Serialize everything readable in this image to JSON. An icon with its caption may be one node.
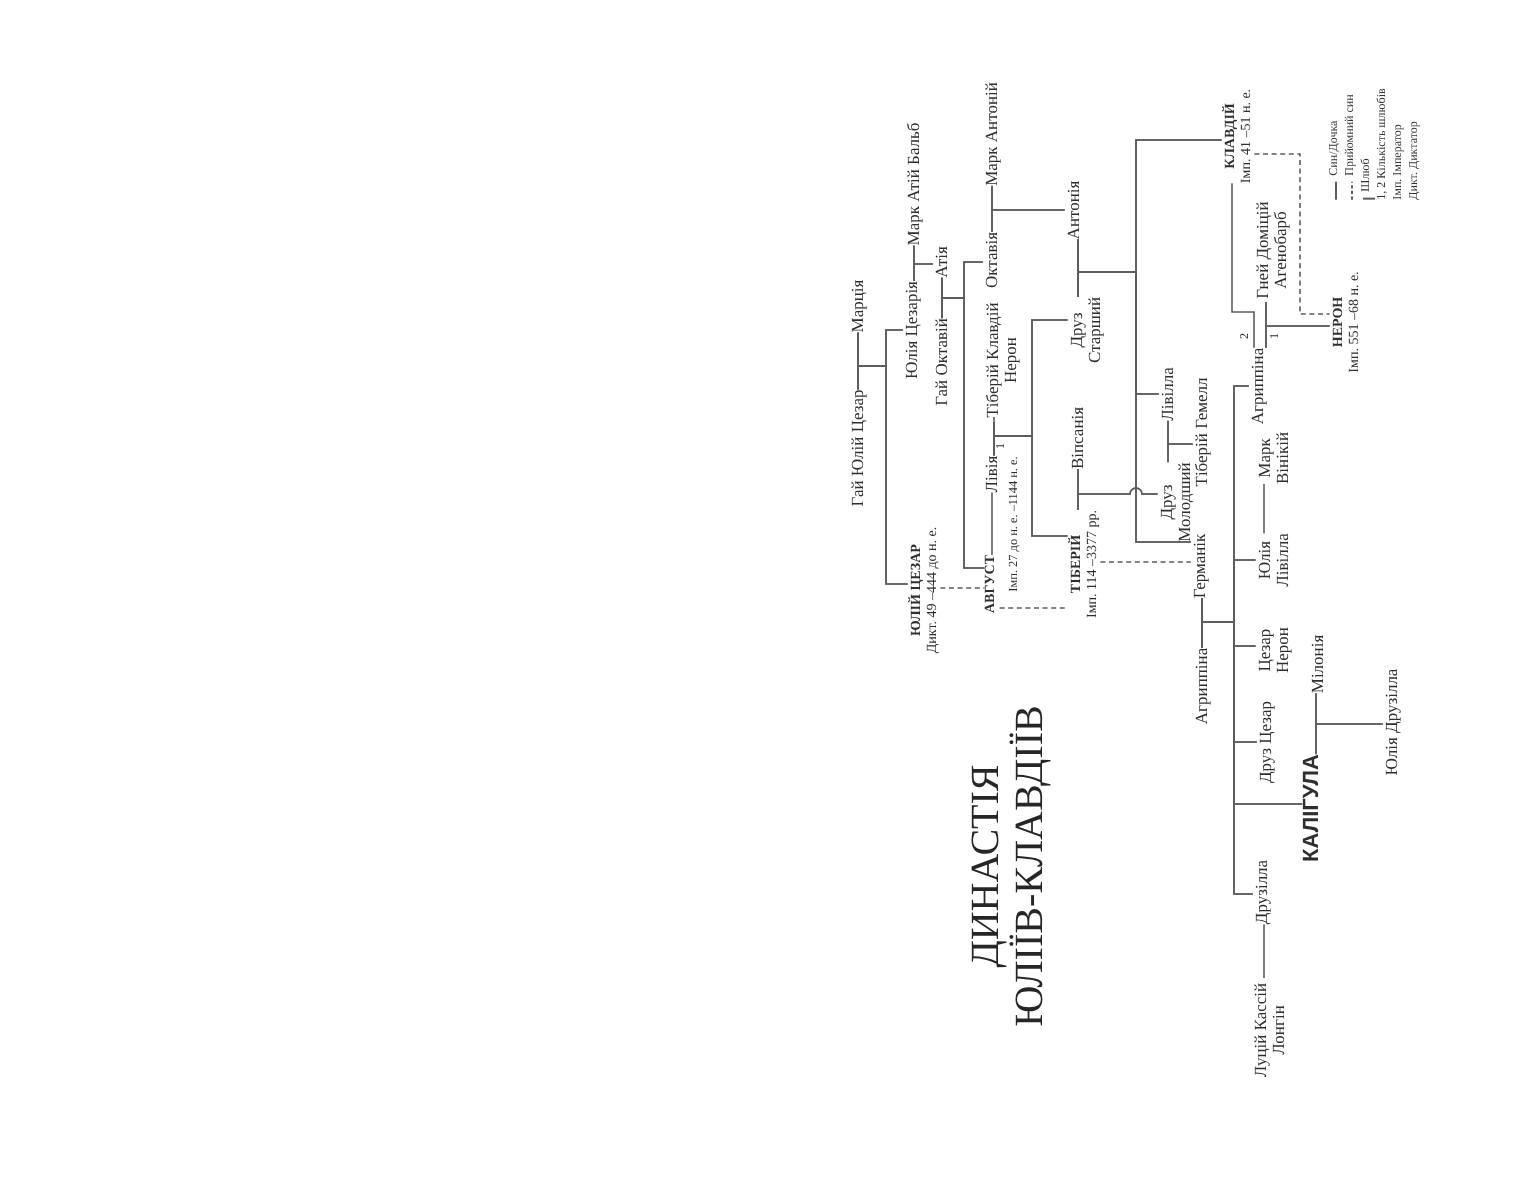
{
  "diagram": {
    "title": "ДИНАСТІЯ ЮЛІЇВ-КЛАВДІЇВ",
    "nodes": [
      {
        "text": [
          "Гай Юлій Цезар"
        ]
      },
      {
        "text": [
          "Марція"
        ]
      },
      {
        "text": [
          "ЮЛІЙ ЦЕЗАР",
          "Дикт. 49 –444 до н. е."
        ]
      },
      {
        "text": [
          "Юлія Цезарія"
        ]
      },
      {
        "text": [
          "Марк Атій Бальб"
        ]
      },
      {
        "text": [
          "Атія"
        ]
      },
      {
        "text": [
          "Гай Октавій"
        ]
      },
      {
        "text": [
          "АВГУСТ"
        ],
        "beside": [
          "Імп. 27 до н. е. –1144 н. е."
        ]
      },
      {
        "text": [
          "Октавія"
        ]
      },
      {
        "text": [
          "Марк Антоній"
        ]
      },
      {
        "text": [
          "Лівія"
        ]
      },
      {
        "text": [
          "Тіберій Клавдій Нерон"
        ]
      },
      {
        "text": [
          "ТІБЕРІЙ",
          "Імп. 114 –3377 рр."
        ]
      },
      {
        "text": [
          "Віпсанія"
        ]
      },
      {
        "text": [
          "Друз Старший"
        ]
      },
      {
        "text": [
          "Антонія"
        ]
      },
      {
        "text": [
          "Друз Молодший"
        ]
      },
      {
        "text": [
          "Лівілла"
        ]
      },
      {
        "text": [
          "Тіберій Гемелл"
        ]
      },
      {
        "text": [
          "Германік"
        ]
      },
      {
        "text": [
          "Агриппіна"
        ]
      },
      {
        "text": [
          "КЛАВДІЙ",
          "Імп. 41 –51 н. е."
        ]
      },
      {
        "text": [
          "Агриппіна"
        ]
      },
      {
        "text": [
          "Гней Доміцій Агенобарб"
        ]
      },
      {
        "text": [
          "НЕРОН",
          "Імп. 551 –68 н. е."
        ]
      },
      {
        "text": [
          "Марк Вінікій"
        ]
      },
      {
        "text": [
          "Юлія Лівілла"
        ]
      },
      {
        "text": [
          "Цезар Нерон"
        ]
      },
      {
        "text": [
          "Друз Цезар"
        ]
      },
      {
        "text": [
          "КАЛІГУЛА"
        ]
      },
      {
        "text": [
          "Мілонія"
        ]
      },
      {
        "text": [
          "Юлія Друзілла"
        ]
      },
      {
        "text": [
          "Друзілла"
        ]
      },
      {
        "text": [
          "Луцій Кассій Лонгін"
        ]
      }
    ],
    "edges": [
      {
        "from": 0,
        "to": 1,
        "arrow": "none"
      },
      {
        "from": 3,
        "to": 4,
        "arrow": "none"
      },
      {
        "from": 6,
        "to": 5,
        "arrow": "none"
      },
      {
        "from": 8,
        "to": 9,
        "arrow": "none"
      },
      {
        "from": 7,
        "to": 10,
        "arrow": "none"
      },
      {
        "from": 10,
        "to": 11,
        "arrow": "none",
        "label": "1"
      },
      {
        "from": 12,
        "to": 13,
        "arrow": "none"
      },
      {
        "from": 15,
        "to": 14,
        "arrow": "none"
      },
      {
        "from": 16,
        "to": 17,
        "arrow": "none"
      },
      {
        "from": 19,
        "to": 20,
        "arrow": "none"
      },
      {
        "from": 22,
        "to": 23,
        "arrow": "none",
        "label": "1"
      },
      {
        "from": 22,
        "to": 21,
        "arrow": "none",
        "label": "2"
      },
      {
        "from": 26,
        "to": 25,
        "arrow": "none"
      },
      {
        "from": 29,
        "to": 30,
        "arrow": "none"
      },
      {
        "from": 32,
        "to": 33,
        "arrow": "none"
      },
      {
        "from": 2,
        "to": 7,
        "arrow": "none",
        "style": "dashed"
      },
      {
        "from": 7,
        "to": 12,
        "arrow": "none",
        "style": "dashed"
      },
      {
        "from": 12,
        "to": 19,
        "arrow": "none",
        "style": "dashed"
      },
      {
        "from": 21,
        "to": 24,
        "arrow": "none",
        "style": "dashed"
      },
      {
        "from": 0,
        "to": 3,
        "arrow": "none"
      },
      {
        "from": 1,
        "to": 3,
        "arrow": "none"
      },
      {
        "from": 0,
        "to": 2,
        "arrow": "none"
      },
      {
        "from": 1,
        "to": 2,
        "arrow": "none"
      },
      {
        "from": 3,
        "to": 5,
        "arrow": "none"
      },
      {
        "from": 4,
        "to": 5,
        "arrow": "none"
      },
      {
        "from": 6,
        "to": 8,
        "arrow": "none"
      },
      {
        "from": 5,
        "to": 8,
        "arrow": "none"
      },
      {
        "from": 6,
        "to": 7,
        "arrow": "none"
      },
      {
        "from": 5,
        "to": 7,
        "arrow": "none"
      },
      {
        "from": 8,
        "to": 15,
        "arrow": "none"
      },
      {
        "from": 9,
        "to": 15,
        "arrow": "none"
      },
      {
        "from": 11,
        "to": 14,
        "arrow": "none"
      },
      {
        "from": 10,
        "to": 14,
        "arrow": "none"
      },
      {
        "from": 11,
        "to": 12,
        "arrow": "none"
      },
      {
        "from": 10,
        "to": 12,
        "arrow": "none"
      },
      {
        "from": 15,
        "to": 21,
        "arrow": "none"
      },
      {
        "from": 14,
        "to": 21,
        "arrow": "none"
      },
      {
        "from": 15,
        "to": 17,
        "arrow": "none"
      },
      {
        "from": 14,
        "to": 17,
        "arrow": "none"
      },
      {
        "from": 15,
        "to": 19,
        "arrow": "none"
      },
      {
        "from": 14,
        "to": 19,
        "arrow": "none"
      },
      {
        "from": 12,
        "to": 16,
        "arrow": "none"
      },
      {
        "from": 13,
        "to": 16,
        "arrow": "none"
      },
      {
        "from": 16,
        "to": 18,
        "arrow": "none"
      },
      {
        "from": 17,
        "to": 18,
        "arrow": "none"
      },
      {
        "from": 19,
        "to": 22,
        "arrow": "none"
      },
      {
        "from": 20,
        "to": 22,
        "arrow": "none"
      },
      {
        "from": 19,
        "to": 26,
        "arrow": "none"
      },
      {
        "from": 20,
        "to": 26,
        "arrow": "none"
      },
      {
        "from": 19,
        "to": 27,
        "arrow": "none"
      },
      {
        "from": 20,
        "to": 27,
        "arrow": "none"
      },
      {
        "from": 19,
        "to": 28,
        "arrow": "none"
      },
      {
        "from": 20,
        "to": 28,
        "arrow": "none"
      },
      {
        "from": 19,
        "to": 29,
        "arrow": "none"
      },
      {
        "from": 20,
        "to": 29,
        "arrow": "none"
      },
      {
        "from": 19,
        "to": 32,
        "arrow": "none"
      },
      {
        "from": 20,
        "to": 32,
        "arrow": "none"
      },
      {
        "from": 22,
        "to": 24,
        "arrow": "none"
      },
      {
        "from": 23,
        "to": 24,
        "arrow": "none"
      },
      {
        "from": 29,
        "to": 31,
        "arrow": "none"
      },
      {
        "from": 30,
        "to": 31,
        "arrow": "none"
      }
    ],
    "legend": [
      {
        "text": "Син/Дочка"
      },
      {
        "text": "Прийомний син"
      },
      {
        "text": "Шлюб"
      },
      {
        "text": "1, 2 Кількість шлюбів"
      },
      {
        "text": "Імп. Імператор"
      },
      {
        "text": "Дикт. Диктатор"
      }
    ]
  }
}
